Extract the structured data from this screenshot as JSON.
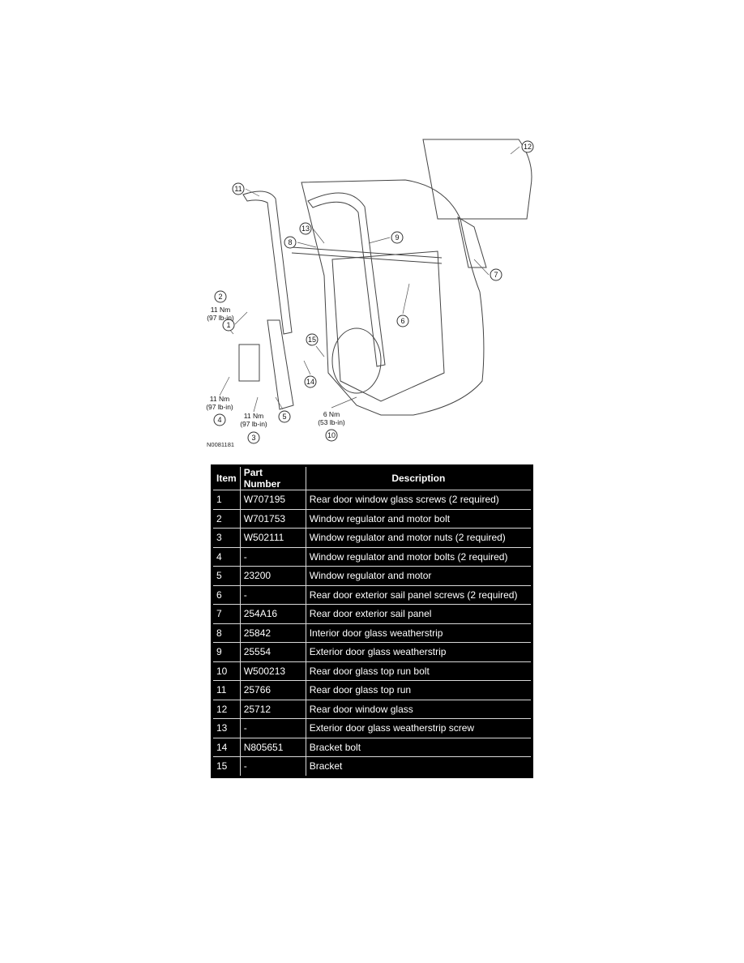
{
  "diagram": {
    "figure_id": "N0081181",
    "callouts": [
      "1",
      "2",
      "3",
      "4",
      "5",
      "6",
      "7",
      "8",
      "9",
      "10",
      "11",
      "12",
      "13",
      "14",
      "15"
    ],
    "torque": {
      "t2": [
        "11 Nm",
        "(97 lb-in)"
      ],
      "t4": [
        "11 Nm",
        "(97 lb-in)"
      ],
      "t3": [
        "11 Nm",
        "(97 lb-in)"
      ],
      "t10": [
        "6 Nm",
        "(53 lb-in)"
      ]
    }
  },
  "table": {
    "headers": [
      "Item",
      "Part Number",
      "Description"
    ],
    "rows": [
      [
        "1",
        "W707195",
        "Rear door window glass screws (2 required)"
      ],
      [
        "2",
        "W701753",
        "Window regulator and motor bolt"
      ],
      [
        "3",
        "W502111",
        "Window regulator and motor nuts (2 required)"
      ],
      [
        "4",
        "-",
        "Window regulator and motor bolts (2 required)"
      ],
      [
        "5",
        "23200",
        "Window regulator and motor"
      ],
      [
        "6",
        "-",
        "Rear door exterior sail panel screws (2 required)"
      ],
      [
        "7",
        "254A16",
        "Rear door exterior sail panel"
      ],
      [
        "8",
        "25842",
        "Interior door glass weatherstrip"
      ],
      [
        "9",
        "25554",
        "Exterior door glass weatherstrip"
      ],
      [
        "10",
        "W500213",
        "Rear door glass top run bolt"
      ],
      [
        "11",
        "25766",
        "Rear door glass top run"
      ],
      [
        "12",
        "25712",
        "Rear door window glass"
      ],
      [
        "13",
        "-",
        "Exterior door glass weatherstrip screw"
      ],
      [
        "14",
        "N805651",
        "Bracket bolt"
      ],
      [
        "15",
        "-",
        "Bracket"
      ]
    ]
  }
}
